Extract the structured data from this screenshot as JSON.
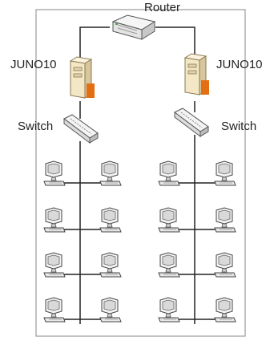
{
  "diagram": {
    "router_label": "Router",
    "left_server_label": "JUNO10",
    "right_server_label": "JUNO10",
    "left_switch_label": "Switch",
    "right_switch_label": "Switch",
    "left_workstation_count": 8,
    "right_workstation_count": 8,
    "colors": {
      "line": "#222222",
      "frame": "#9a9a9a",
      "device_body": "#f2f2f2",
      "device_shadow": "#b7b7b7",
      "server_body": "#f3e7c6",
      "server_accent": "#e36f12",
      "router_accent": "#4aa844"
    }
  }
}
